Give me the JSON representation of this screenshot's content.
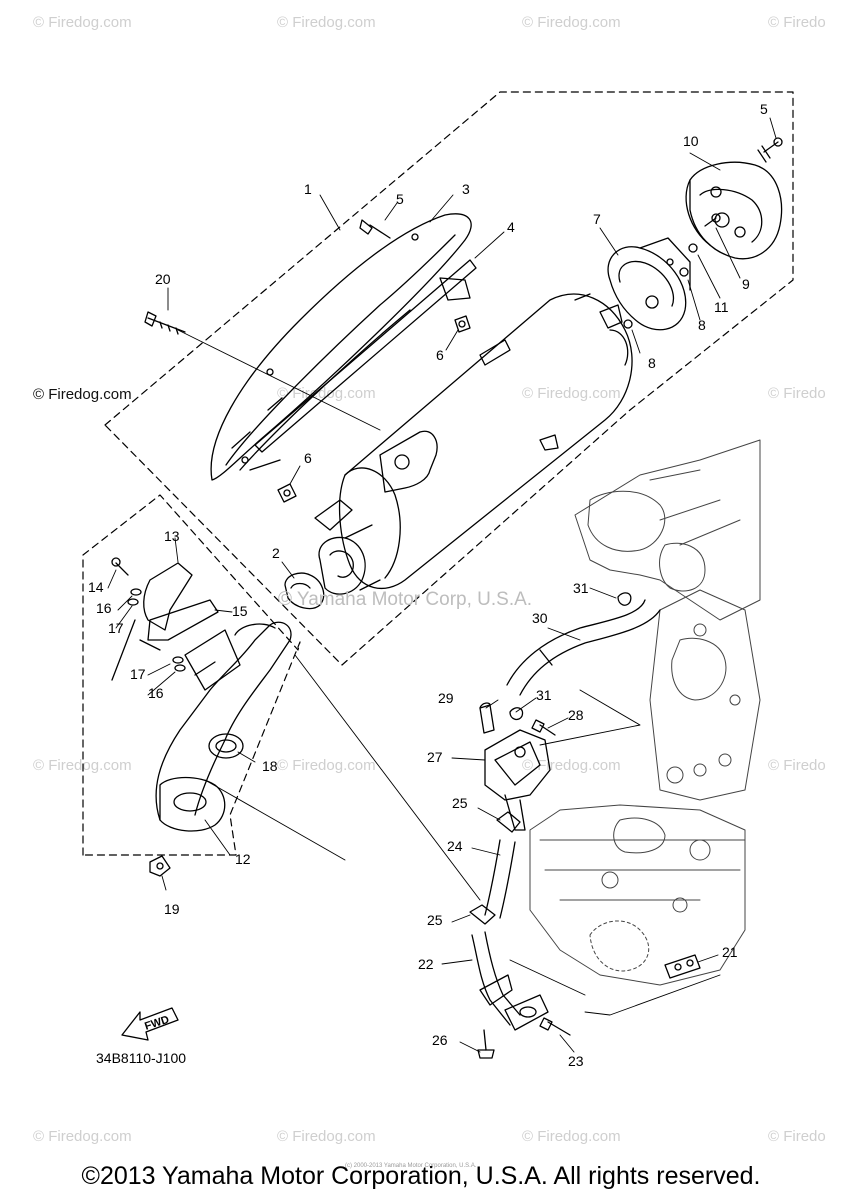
{
  "watermark": "© Firedog.com",
  "watermark_partial": "© Firedo",
  "watermark_dark": "© Firedog.com",
  "background_mark": "© Yamaha Motor Corp, U.S.A.",
  "diagram_code": "34B8110-J100",
  "fwd_label": "FWD",
  "small_copyright": "(c) 2000-2013 Yamaha Motor Corporation, U.S.A.",
  "copyright": "©2013 Yamaha Motor Corporation, U.S.A. All rights reserved.",
  "callouts": [
    "1",
    "2",
    "3",
    "4",
    "5",
    "5",
    "6",
    "6",
    "7",
    "8",
    "8",
    "9",
    "10",
    "11",
    "12",
    "13",
    "14",
    "15",
    "16",
    "16",
    "17",
    "17",
    "18",
    "19",
    "20",
    "21",
    "22",
    "23",
    "24",
    "25",
    "25",
    "26",
    "27",
    "28",
    "29",
    "30",
    "31",
    "31"
  ],
  "colors": {
    "line": "#000000",
    "watermark": "#cfcfcf",
    "background": "#ffffff"
  }
}
